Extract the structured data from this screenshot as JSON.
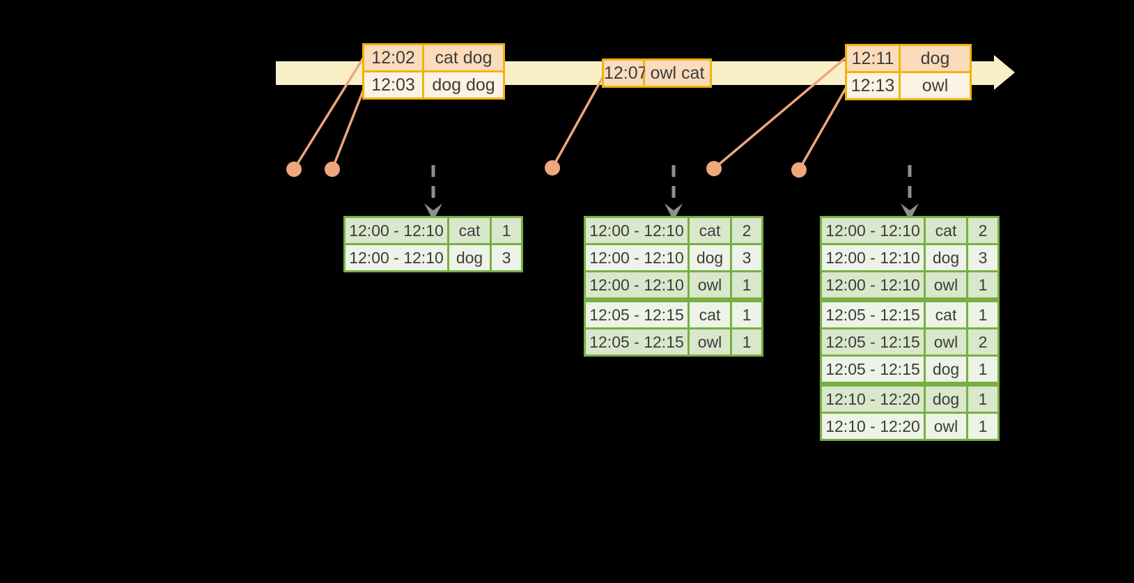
{
  "colors": {
    "bg": "#000000",
    "band": "#faf0c8",
    "border_gold": "#f0b30c",
    "fill_peach": "#fadcbc",
    "fill_cream": "#fdf3e4",
    "salmon": "#efa77b",
    "green_border": "#77af43",
    "green_dark": "#d9e7cb",
    "green_light": "#edf3e6",
    "arrow_gray": "#8e8e8e",
    "text": "#3c3c3c"
  },
  "event_stream": {
    "tables": [
      {
        "rows": [
          {
            "time": "12:02",
            "words": "cat dog"
          },
          {
            "time": "12:03",
            "words": "dog dog"
          }
        ]
      },
      {
        "rows": [
          {
            "time": "12:07",
            "words": "owl cat"
          }
        ]
      },
      {
        "rows": [
          {
            "time": "12:11",
            "words": "dog"
          },
          {
            "time": "12:13",
            "words": "owl"
          }
        ]
      }
    ]
  },
  "result_tables": [
    {
      "rows": [
        {
          "window": "12:00 - 12:10",
          "word": "cat",
          "count": "1"
        },
        {
          "window": "12:00 - 12:10",
          "word": "dog",
          "count": "3"
        }
      ]
    },
    {
      "rows": [
        {
          "window": "12:00 - 12:10",
          "word": "cat",
          "count": "2"
        },
        {
          "window": "12:00 - 12:10",
          "word": "dog",
          "count": "3"
        },
        {
          "window": "12:00 - 12:10",
          "word": "owl",
          "count": "1"
        },
        {
          "window": "12:05 - 12:15",
          "word": "cat",
          "count": "1"
        },
        {
          "window": "12:05 - 12:15",
          "word": "owl",
          "count": "1"
        }
      ]
    },
    {
      "rows": [
        {
          "window": "12:00 - 12:10",
          "word": "cat",
          "count": "2"
        },
        {
          "window": "12:00 - 12:10",
          "word": "dog",
          "count": "3"
        },
        {
          "window": "12:00 - 12:10",
          "word": "owl",
          "count": "1"
        },
        {
          "window": "12:05 - 12:15",
          "word": "cat",
          "count": "1"
        },
        {
          "window": "12:05 - 12:15",
          "word": "owl",
          "count": "2"
        },
        {
          "window": "12:05 - 12:15",
          "word": "dog",
          "count": "1"
        },
        {
          "window": "12:10 - 12:20",
          "word": "dog",
          "count": "1"
        },
        {
          "window": "12:10 - 12:20",
          "word": "owl",
          "count": "1"
        }
      ]
    }
  ]
}
